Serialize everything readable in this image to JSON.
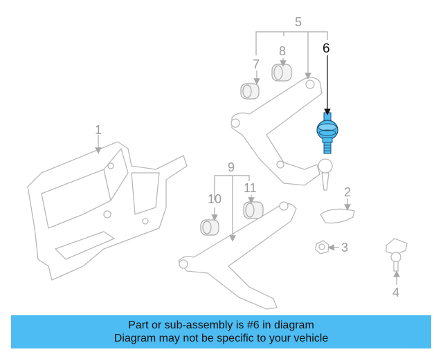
{
  "callouts": {
    "c1": "1",
    "c2": "2",
    "c3": "3",
    "c4": "4",
    "c5": "5",
    "c6": "6",
    "c7": "7",
    "c8": "8",
    "c9": "9",
    "c10": "10",
    "c11": "11"
  },
  "highlight_color": "#4dbcf2",
  "banner": {
    "line1": "Part or sub-assembly is #6 in diagram",
    "line2": "Diagram may not be specific to your vehicle"
  }
}
